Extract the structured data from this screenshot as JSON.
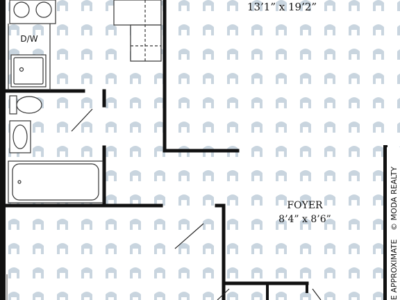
{
  "rooms": {
    "living": {
      "dims": "13’1” x 19’2”"
    },
    "foyer": {
      "name": "FOYER",
      "dims": "8’4” x 8’6”"
    }
  },
  "fixtures": {
    "dishwasher_label": "D/W"
  },
  "watermark": {
    "icon": "house-logo-icon",
    "color": "#c9d5df"
  },
  "credit": {
    "left_text": "E APPROXIMATE",
    "right_text": "© MODA REALTY"
  },
  "colors": {
    "wall": "#111111",
    "fixture_line": "#333333"
  }
}
